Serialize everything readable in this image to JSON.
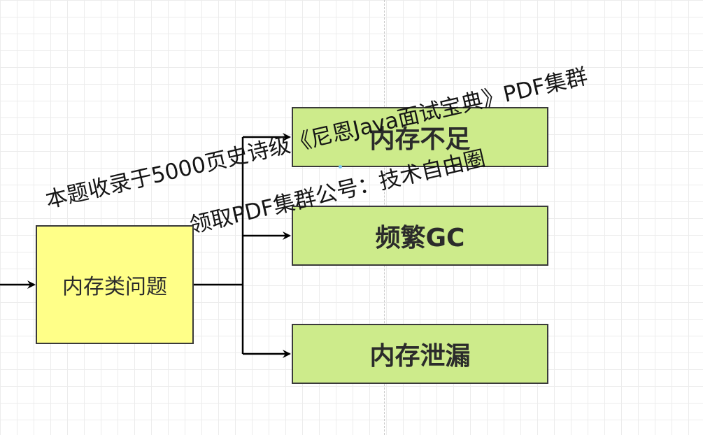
{
  "diagram": {
    "root": {
      "label": "内存类问题"
    },
    "children": [
      {
        "label": "内存不足"
      },
      {
        "label": "频繁GC"
      },
      {
        "label": "内存泄漏"
      }
    ]
  },
  "watermark": {
    "line1": "本题收录于5000页史诗级《尼恩Java面试宝典》PDF集群",
    "line2": "领取PDF集群公号：技术自由圈"
  },
  "colors": {
    "root_fill": "#ffff88",
    "child_fill": "#cdeb8b",
    "stroke": "#3a3a3a",
    "edge": "#000000"
  }
}
